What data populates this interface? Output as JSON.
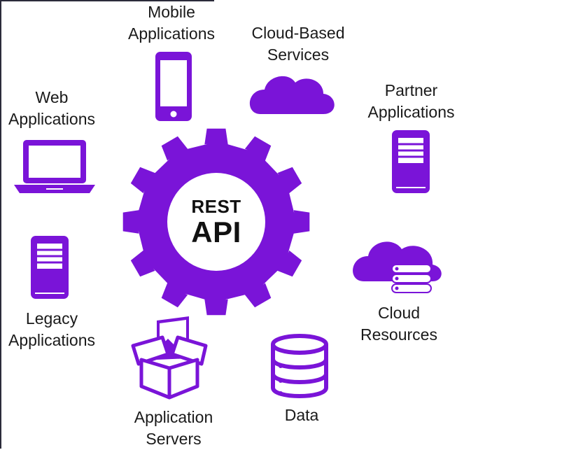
{
  "center": {
    "line1": "REST",
    "line2": "API"
  },
  "nodes": {
    "mobile": [
      "Mobile",
      "Applications"
    ],
    "cloud_services": [
      "Cloud-Based",
      "Services"
    ],
    "partner": [
      "Partner",
      "Applications"
    ],
    "web": [
      "Web",
      "Applications"
    ],
    "legacy": [
      "Legacy",
      "Applications"
    ],
    "cloud_resources": [
      "Cloud",
      "Resources"
    ],
    "app_servers": [
      "Application",
      "Servers"
    ],
    "data": [
      "Data"
    ]
  },
  "colors": {
    "accent": "#7a14d8",
    "text": "#1a1a1a"
  },
  "icons": {
    "mobile": "smartphone-icon",
    "cloud_services": "cloud-icon",
    "partner": "server-tower-icon",
    "web": "laptop-icon",
    "legacy": "server-tower-icon",
    "cloud_resources": "cloud-storage-icon",
    "app_servers": "open-box-icon",
    "data": "database-icon"
  }
}
